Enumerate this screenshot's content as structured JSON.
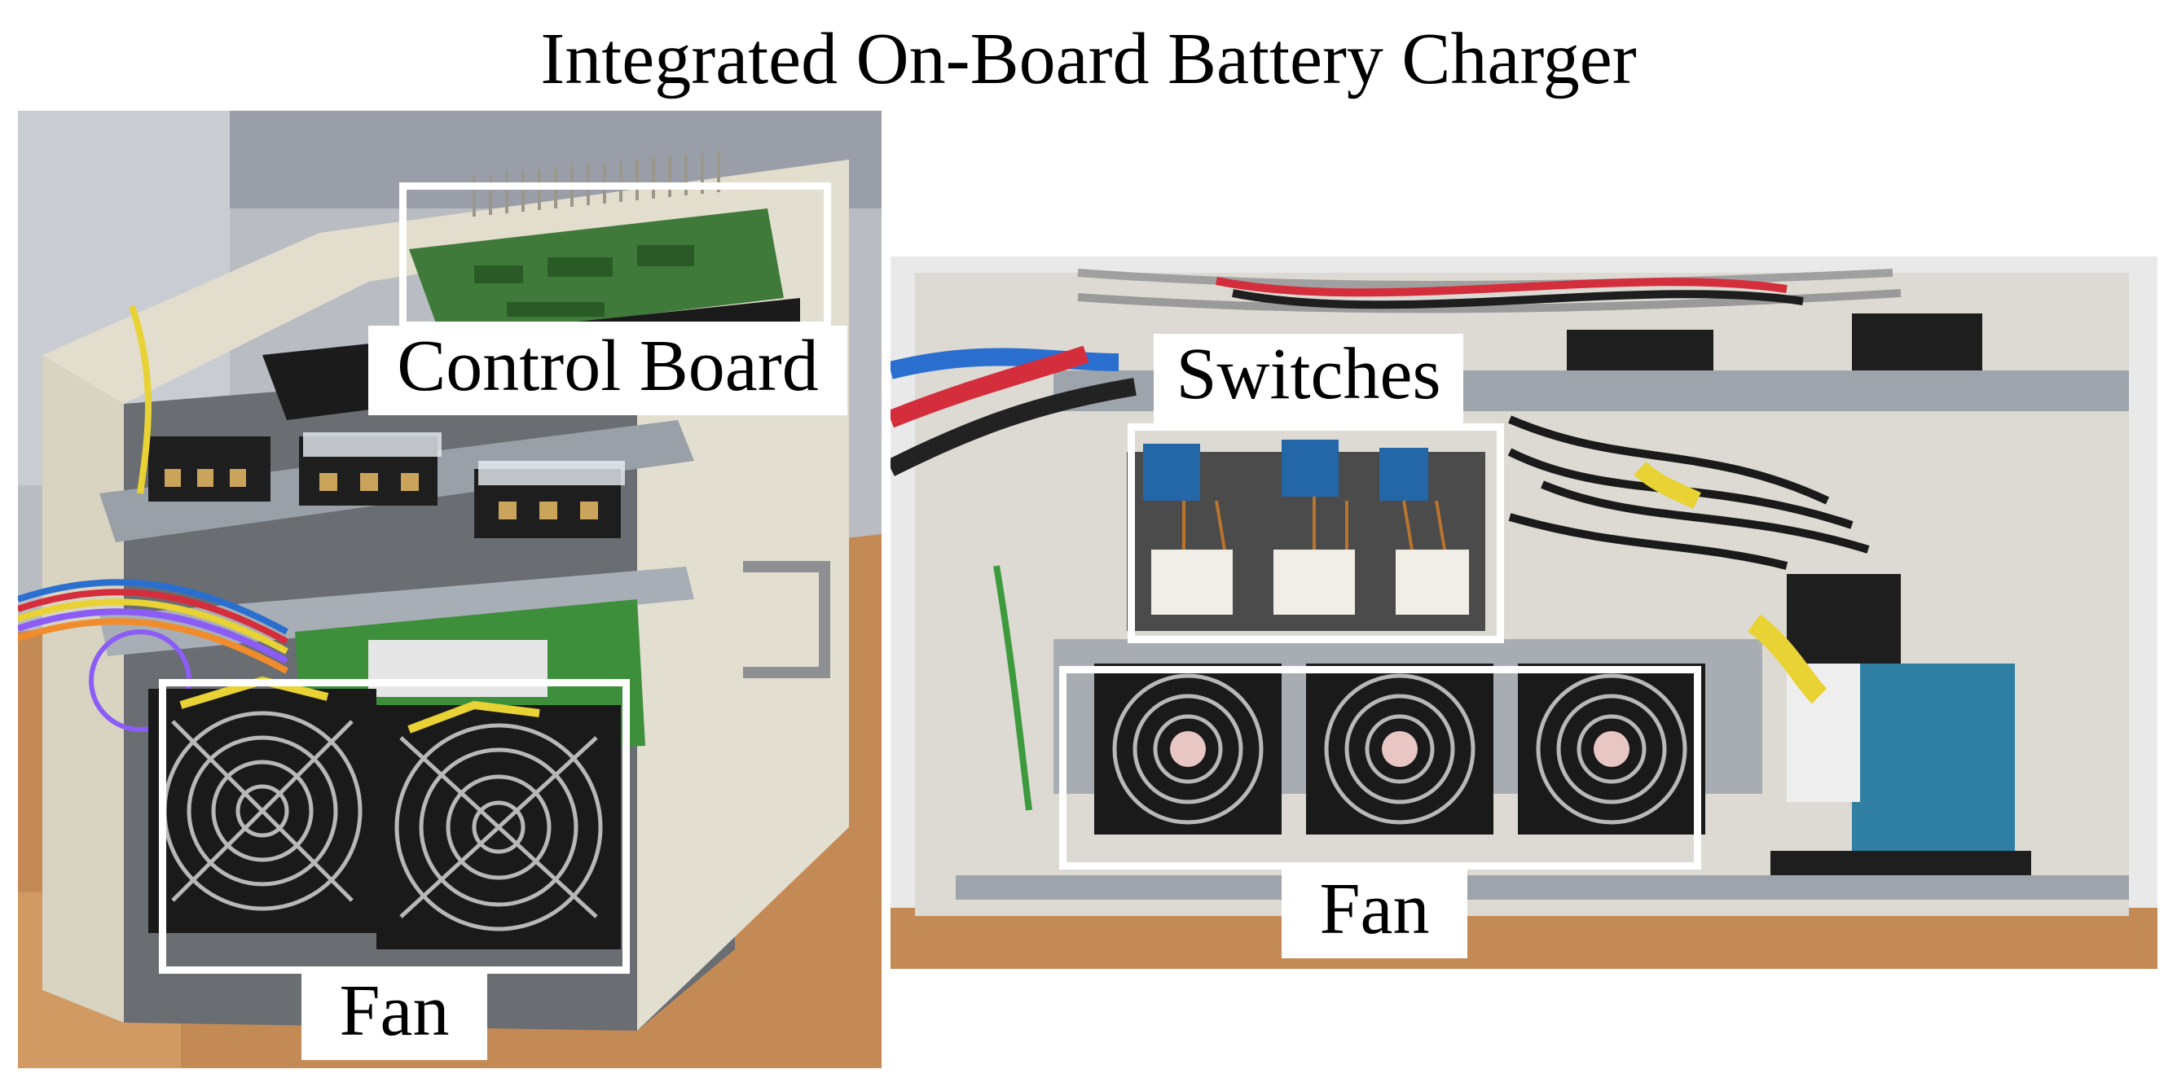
{
  "figure": {
    "title": "Integrated On-Board Battery Charger"
  },
  "left_photo": {
    "labels": {
      "control_board": "Control Board",
      "fan": "Fan"
    }
  },
  "right_photo": {
    "labels": {
      "switches": "Switches",
      "fan": "Fan"
    }
  },
  "colors": {
    "chassis": "#ddd8c8",
    "desk": "#c48a55",
    "pcb": "#3f7a3a",
    "terminal_block": "#1e1e1e",
    "relay_blue": "#2467a8",
    "cable_red": "#d42d3b",
    "cable_blue": "#2a6fd0",
    "cable_yellow": "#e8d234",
    "transformer_blue": "#2f7fa2",
    "callout_border": "#ffffff"
  }
}
